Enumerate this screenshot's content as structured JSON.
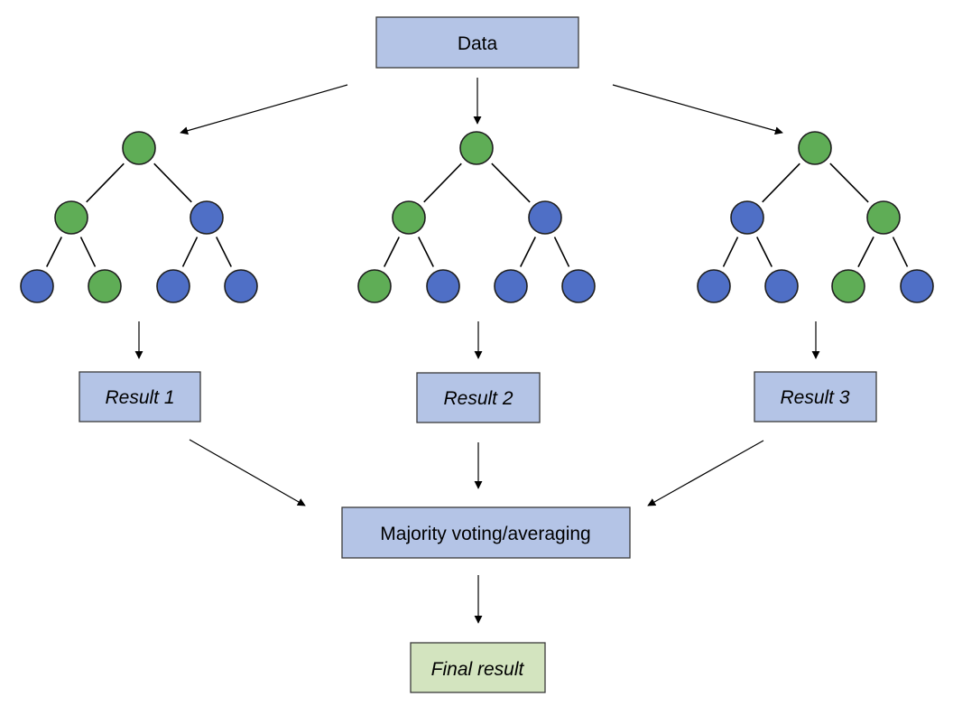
{
  "colors": {
    "node_green": "#5fad56",
    "node_blue": "#4f6fc6",
    "box_blue": "#b4c4e6",
    "box_green": "#d3e4bf",
    "box_border": "#3a3a3a",
    "line": "#000000"
  },
  "data_box": {
    "label": "Data"
  },
  "trees": [
    {
      "node_colors": [
        "green",
        "green",
        "blue",
        "blue",
        "green",
        "blue",
        "blue"
      ]
    },
    {
      "node_colors": [
        "green",
        "green",
        "blue",
        "green",
        "blue",
        "blue",
        "blue"
      ]
    },
    {
      "node_colors": [
        "green",
        "blue",
        "green",
        "blue",
        "blue",
        "green",
        "blue"
      ]
    }
  ],
  "results": [
    {
      "label": "Result 1"
    },
    {
      "label": "Result 2"
    },
    {
      "label": "Result 3"
    }
  ],
  "aggregate_box": {
    "label": "Majority voting/averaging"
  },
  "final_box": {
    "label": "Final result"
  }
}
